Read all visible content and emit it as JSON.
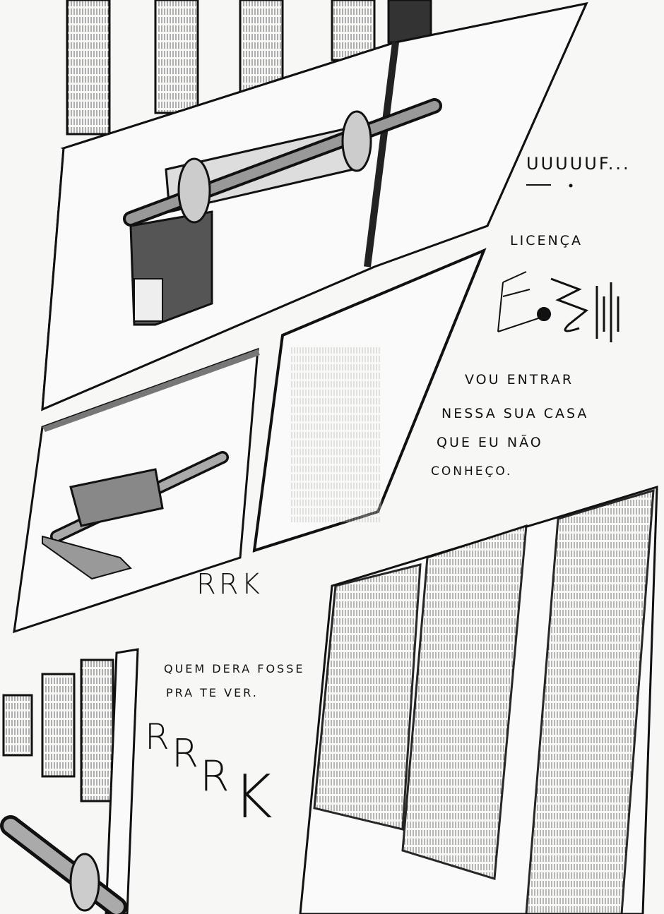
{
  "captions": {
    "uuuuf": "UUUUUF...",
    "licenca": "LICENÇA",
    "vou_entrar": [
      "VOU ENTRAR",
      "NESSA SUA CASA",
      "QUE EU NÃO",
      "CONHEÇO."
    ],
    "quem_dera": [
      "QUEM DERA FOSSE",
      "PRA TE VER."
    ]
  },
  "sound_effects": {
    "rrk": "RRK",
    "rrrk": [
      "R",
      "R",
      "R",
      "K"
    ]
  },
  "colors": {
    "ink": "#111111",
    "paper": "#f7f7f5",
    "shade": "#8a8a8a"
  }
}
